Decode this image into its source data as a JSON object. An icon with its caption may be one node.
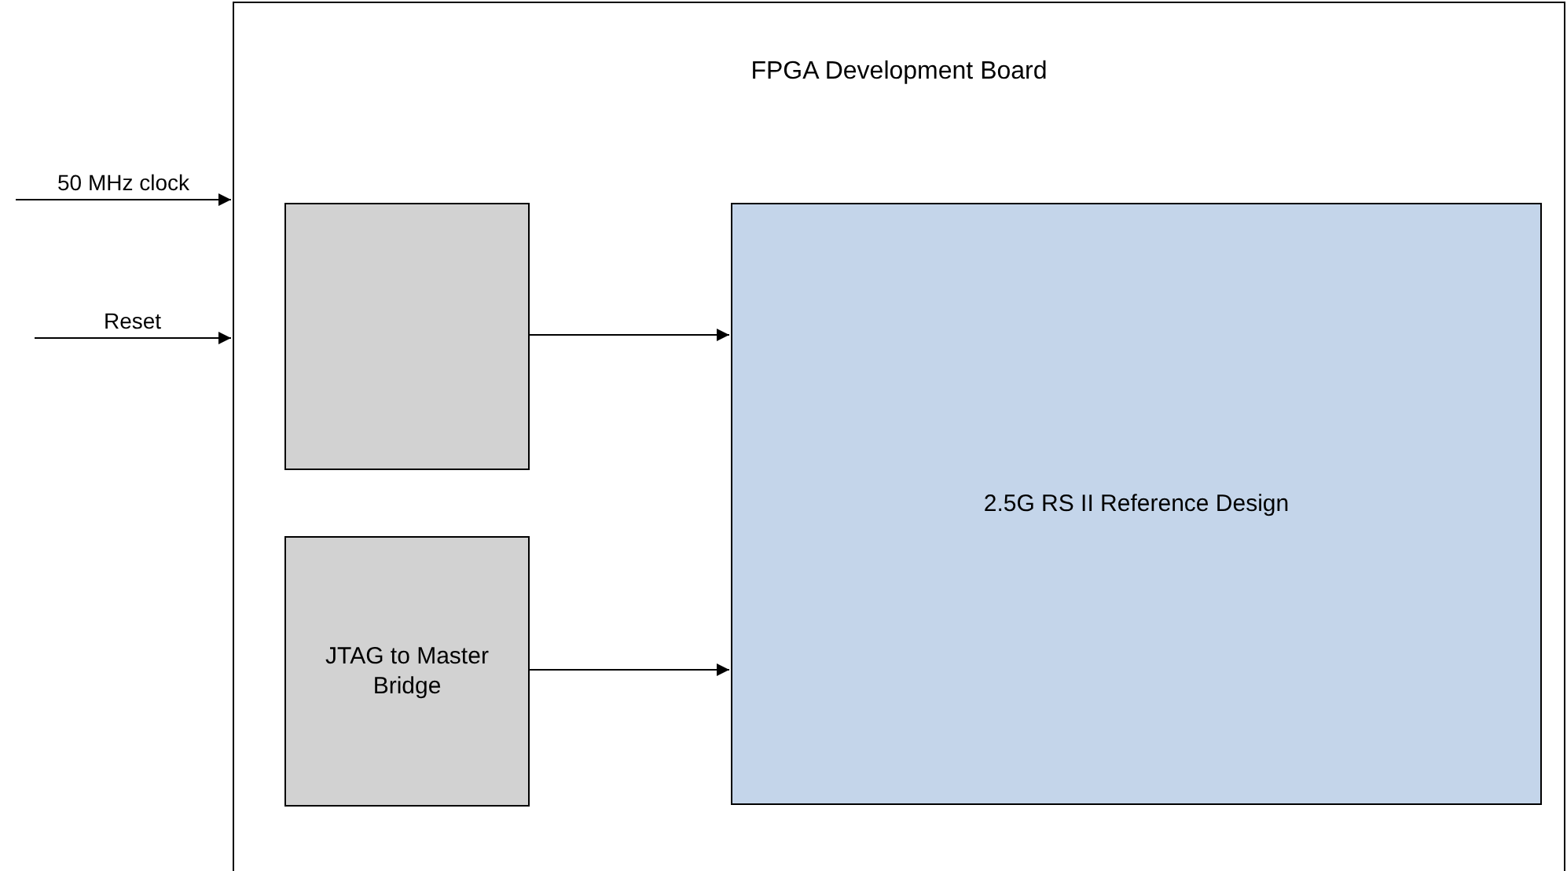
{
  "diagram": {
    "nodes": [
      {
        "text": [
          "FPGA Development Board"
        ]
      },
      {
        "text": [],
        "shape": "box",
        "in": 0
      },
      {
        "text": [
          "JTAG to Master Bridge"
        ],
        "in": 0
      },
      {
        "text": [
          "2.5G RS II Reference Design"
        ],
        "in": 0
      }
    ],
    "edges": [
      {
        "from": null,
        "to": 0,
        "arrow": "to",
        "label": "50 MHz clock"
      },
      {
        "from": null,
        "to": 0,
        "arrow": "to",
        "label": "Reset"
      },
      {
        "from": 1,
        "to": 3,
        "arrow": "to"
      },
      {
        "from": 2,
        "to": 3,
        "arrow": "to"
      }
    ]
  }
}
